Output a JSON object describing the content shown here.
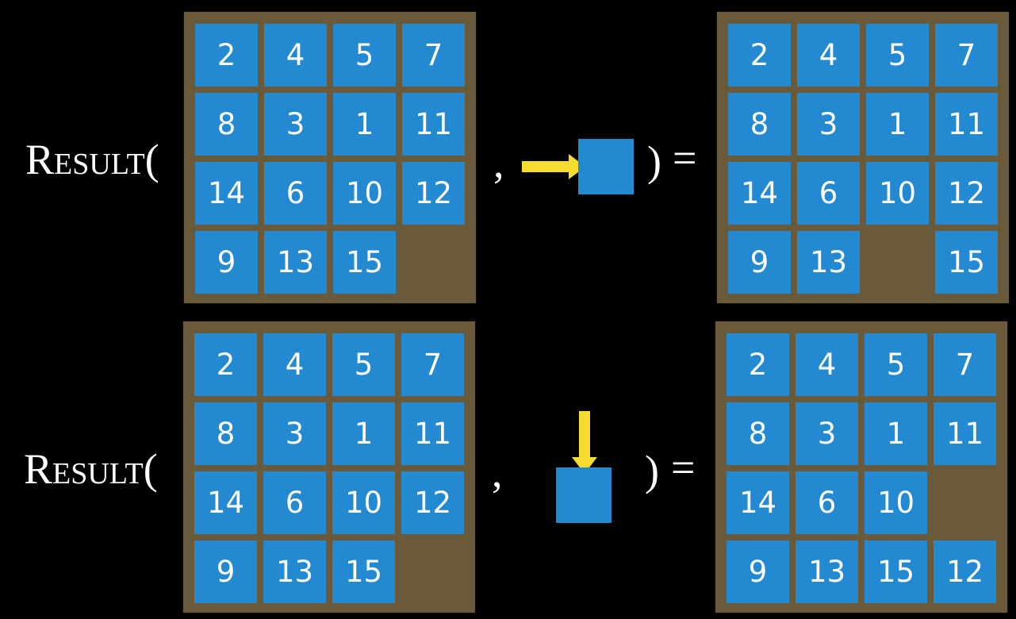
{
  "rows": [
    {
      "label": "Result(",
      "comma": ",",
      "close": ")",
      "equals": "=",
      "action": "right",
      "before": [
        2,
        4,
        5,
        7,
        8,
        3,
        1,
        11,
        14,
        6,
        10,
        12,
        9,
        13,
        15,
        null
      ],
      "after": [
        2,
        4,
        5,
        7,
        8,
        3,
        1,
        11,
        14,
        6,
        10,
        12,
        9,
        13,
        null,
        15
      ]
    },
    {
      "label": "Result(",
      "comma": ",",
      "close": ")",
      "equals": "=",
      "action": "down",
      "before": [
        2,
        4,
        5,
        7,
        8,
        3,
        1,
        11,
        14,
        6,
        10,
        12,
        9,
        13,
        15,
        null
      ],
      "after": [
        2,
        4,
        5,
        7,
        8,
        3,
        1,
        11,
        14,
        6,
        10,
        null,
        9,
        13,
        15,
        12
      ]
    }
  ],
  "colors": {
    "tile": "#2389d0",
    "board": "#6b5a3a",
    "arrow": "#f5dc2e",
    "text": "#ffffff"
  }
}
